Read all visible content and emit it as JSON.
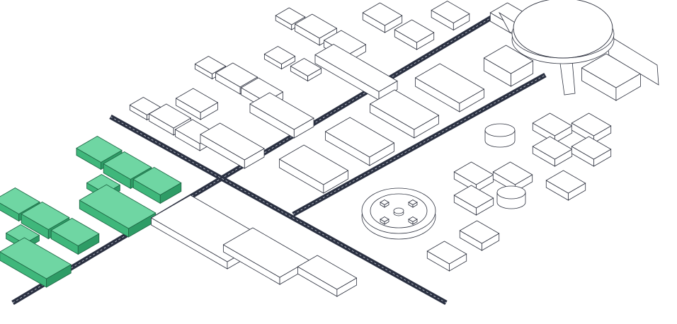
{
  "colors": {
    "background": "#ffffff",
    "road": "#2b3142",
    "road_dash": "#c7ccd6",
    "outline": "#2f3340",
    "building_fill": "#ffffff",
    "highlight_top": "#6fd6a3",
    "highlight_left": "#3fb77b",
    "highlight_right": "#2e9c66",
    "highlight_stroke": "#1f6b47"
  },
  "map": {
    "roads": [
      "main-diagonal-road",
      "cross-road",
      "east-branch-road",
      "west-branch-road"
    ],
    "highlighted_zone": "west-district",
    "landmarks": [
      "stadium",
      "roundabout-plaza",
      "storage-tanks"
    ]
  }
}
